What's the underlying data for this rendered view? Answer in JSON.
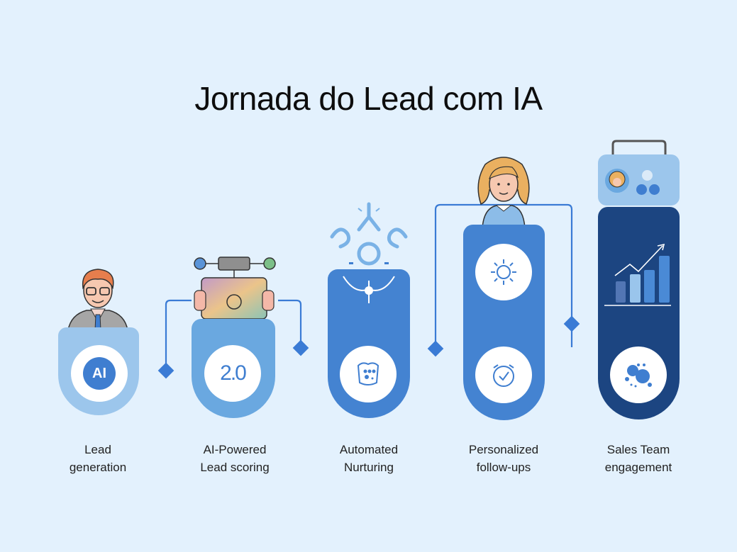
{
  "title": "Jornada do Lead com IA",
  "colors": {
    "background": "#e3f1fd",
    "stage1": "#9cc6ec",
    "stage2": "#6aa8e0",
    "stage3": "#4483d1",
    "stage4": "#4483d1",
    "stage5": "#1c4581",
    "connector": "#3a7bd5"
  },
  "stages": [
    {
      "label_line1": "Lead",
      "label_line2": "generation",
      "badge_text": "AI",
      "figure": "man-with-glasses",
      "icon": "ai-badge-icon"
    },
    {
      "label_line1": "AI-Powered",
      "label_line2": "Lead scoring",
      "badge_text": "2.0",
      "figure": "hands-holding-tablet",
      "icon": "score-2-0-icon"
    },
    {
      "label_line1": "Automated",
      "label_line2": "Nurturing",
      "figure": "branching-nodes",
      "icon": "dashboard-blob-icon"
    },
    {
      "label_line1": "Personalized",
      "label_line2": "follow-ups",
      "figure": "woman-avatar",
      "icons": [
        "sun-icon",
        "clock-check-icon"
      ]
    },
    {
      "label_line1": "Sales Team",
      "label_line2": "engagement",
      "figure": "team-card",
      "icons": [
        "bar-chart-growth-icon",
        "bubbles-icon"
      ]
    }
  ]
}
